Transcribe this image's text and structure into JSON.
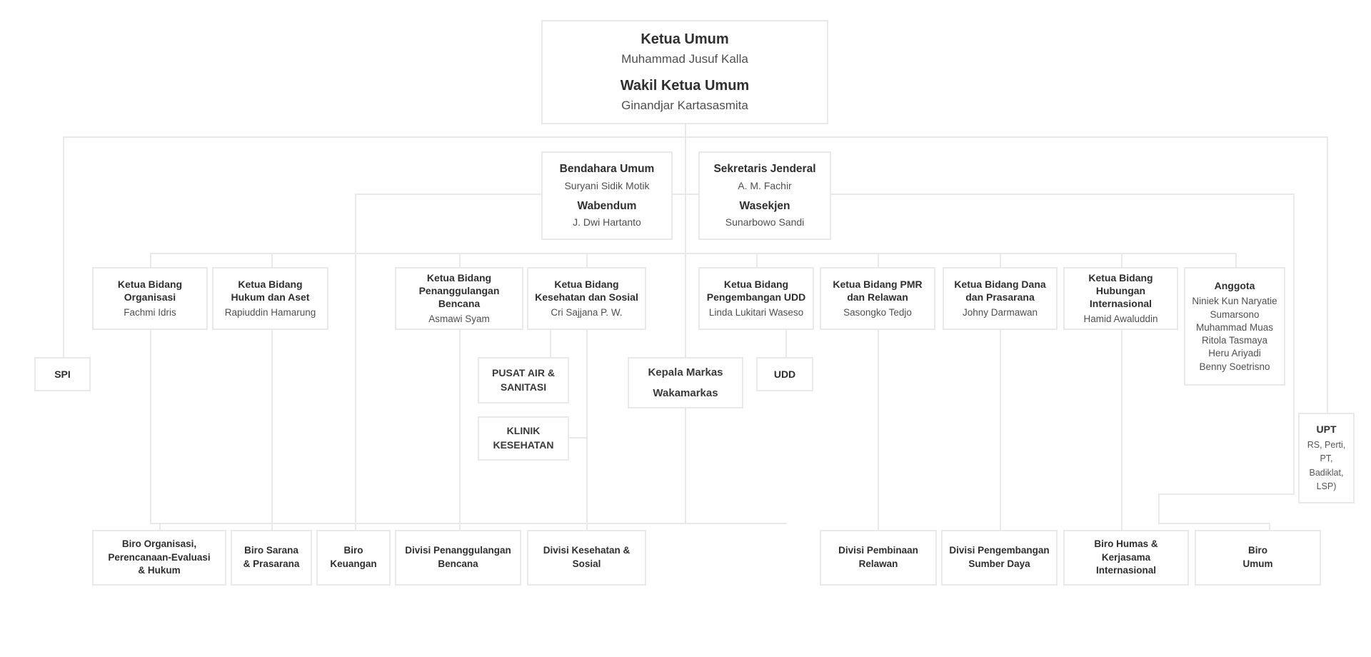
{
  "colors": {
    "background": "#ffffff",
    "connector_line": "#e9e9e9",
    "box_border": "#e9e9e9",
    "title_text": "#2f2f2f",
    "name_text": "#4f4f4f"
  },
  "boxes": {
    "ketua_umum": {
      "title": "Ketua Umum",
      "name": "Muhammad Jusuf Kalla",
      "title2": "Wakil Ketua Umum",
      "name2": "Ginandjar Kartasasmita"
    },
    "bendahara": {
      "title": "Bendahara Umum",
      "name": "Suryani Sidik Motik",
      "title2": "Wabendum",
      "name2": "J. Dwi Hartanto"
    },
    "sekretaris": {
      "title": "Sekretaris Jenderal",
      "name": "A. M. Fachir",
      "title2": "Wasekjen",
      "name2": "Sunarbowo Sandi"
    },
    "organisasi": {
      "title": "Ketua Bidang\nOrganisasi",
      "name": "Fachmi Idris"
    },
    "hukum": {
      "title": "Ketua Bidang\nHukum dan Aset",
      "name": "Rapiuddin Hamarung"
    },
    "penanggulangan": {
      "title": "Ketua Bidang\nPenanggulangan Bencana",
      "name": "Asmawi Syam"
    },
    "kesehatan": {
      "title": "Ketua Bidang\nKesehatan dan Sosial",
      "name": "Cri Sajjana P. W."
    },
    "pengembangan_udd": {
      "title": "Ketua Bidang\nPengembangan UDD",
      "name": "Linda Lukitari Waseso"
    },
    "pmr": {
      "title": "Ketua Bidang PMR\ndan Relawan",
      "name": "Sasongko Tedjo"
    },
    "dana": {
      "title": "Ketua Bidang Dana\ndan Prasarana",
      "name": "Johny Darmawan"
    },
    "hubungan": {
      "title": "Ketua Bidang\nHubungan Internasional",
      "name": "Hamid Awaluddin"
    },
    "anggota": {
      "title": "Anggota",
      "names": [
        "Niniek Kun Naryatie",
        "Sumarsono",
        "Muhammad Muas",
        "Ritola Tasmaya",
        "Heru Ariyadi",
        "Benny Soetrisno"
      ]
    },
    "spi": {
      "title": "SPI"
    },
    "pusat_air": {
      "title": "PUSAT AIR &\nSANITASI"
    },
    "klinik": {
      "title": "KLINIK\nKESEHATAN"
    },
    "markas": {
      "title": "Kepala Markas",
      "title2": "Wakamarkas"
    },
    "udd": {
      "title": "UDD"
    },
    "upt": {
      "title": "UPT",
      "names": [
        "RS, Perti,",
        "PT,",
        "Badiklat,",
        "LSP)"
      ]
    },
    "biro_organisasi": {
      "title": "Biro Organisasi,\nPerencanaan-Evaluasi\n& Hukum"
    },
    "biro_sarana": {
      "title": "Biro Sarana\n& Prasarana"
    },
    "biro_keuangan": {
      "title": "Biro\nKeuangan"
    },
    "divisi_pb": {
      "title": "Divisi Penanggulangan\nBencana"
    },
    "divisi_kesos": {
      "title": "Divisi Kesehatan &\nSosial"
    },
    "divisi_relawan": {
      "title": "Divisi Pembinaan\nRelawan"
    },
    "divisi_sumber": {
      "title": "Divisi Pengembangan\nSumber Daya"
    },
    "biro_humas": {
      "title": "Biro Humas & Kerjasama\nInternasional"
    },
    "biro_umum": {
      "title": "Biro\nUmum"
    }
  }
}
